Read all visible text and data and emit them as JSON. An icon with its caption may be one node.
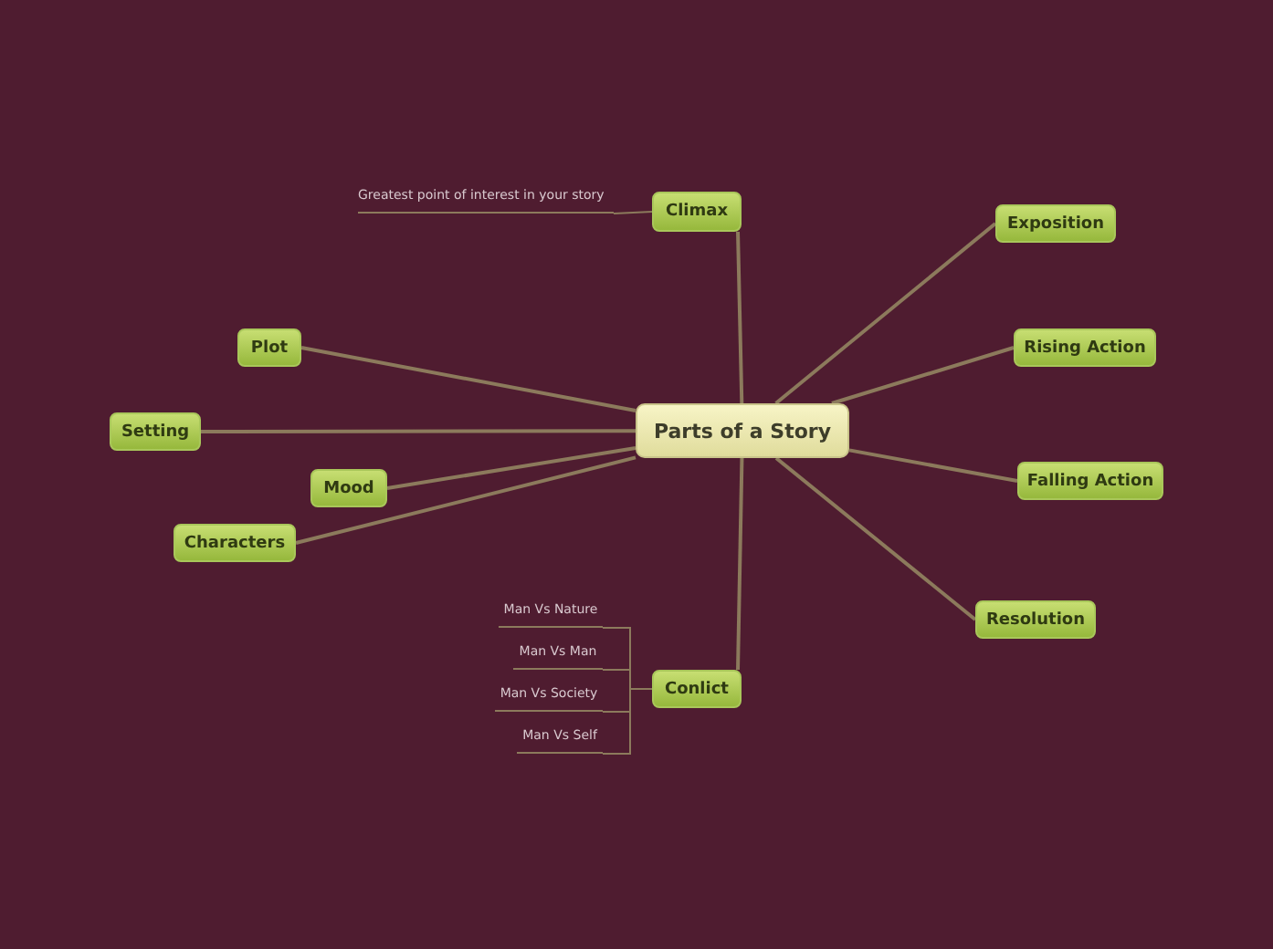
{
  "diagram": {
    "nodes": [
      {
        "text": [
          "Parts of a Story"
        ]
      },
      {
        "text": [
          "Climax"
        ]
      },
      {
        "text": [
          "Exposition"
        ]
      },
      {
        "text": [
          "Rising Action"
        ]
      },
      {
        "text": [
          "Falling Action"
        ]
      },
      {
        "text": [
          "Resolution"
        ]
      },
      {
        "text": [
          "Conlict"
        ]
      },
      {
        "text": [
          "Characters"
        ]
      },
      {
        "text": [
          "Mood"
        ]
      },
      {
        "text": [
          "Setting"
        ]
      },
      {
        "text": [
          "Plot"
        ]
      },
      {
        "text": [
          "Greatest point of interest in your story"
        ]
      },
      {
        "text": [
          "Man Vs Nature"
        ]
      },
      {
        "text": [
          "Man Vs Man"
        ]
      },
      {
        "text": [
          "Man Vs Society"
        ]
      },
      {
        "text": [
          "Man Vs Self"
        ]
      }
    ],
    "edges": [
      {
        "from": 0,
        "to": 1,
        "arrow": "none"
      },
      {
        "from": 0,
        "to": 2,
        "arrow": "none"
      },
      {
        "from": 0,
        "to": 3,
        "arrow": "none"
      },
      {
        "from": 0,
        "to": 4,
        "arrow": "none"
      },
      {
        "from": 0,
        "to": 5,
        "arrow": "none"
      },
      {
        "from": 0,
        "to": 6,
        "arrow": "none"
      },
      {
        "from": 0,
        "to": 7,
        "arrow": "none"
      },
      {
        "from": 0,
        "to": 8,
        "arrow": "none"
      },
      {
        "from": 0,
        "to": 9,
        "arrow": "none"
      },
      {
        "from": 0,
        "to": 10,
        "arrow": "none"
      },
      {
        "from": 1,
        "to": 11,
        "arrow": "none"
      },
      {
        "from": 6,
        "to": 12,
        "arrow": "none"
      },
      {
        "from": 6,
        "to": 13,
        "arrow": "none"
      },
      {
        "from": 6,
        "to": 14,
        "arrow": "none"
      },
      {
        "from": 6,
        "to": 15,
        "arrow": "none"
      }
    ]
  }
}
